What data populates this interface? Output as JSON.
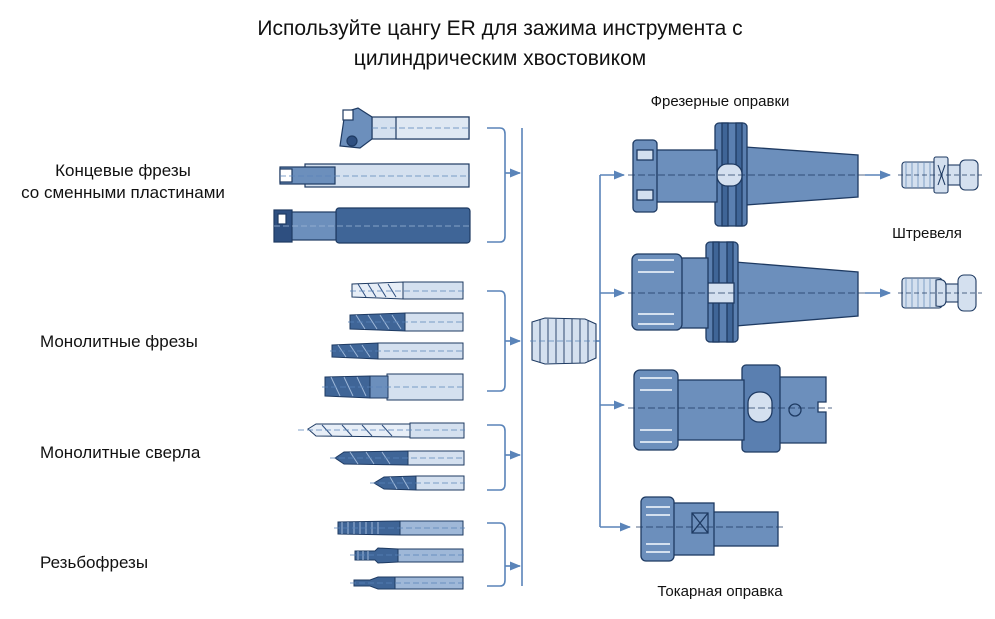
{
  "title": {
    "line1": "Используйте цангу ER для зажима инструмента с",
    "line2": "цилиндрическим хвостовиком"
  },
  "categories": {
    "indexable": {
      "line1": "Концевые фрезы",
      "line2": "со сменными пластинами"
    },
    "solid_mills": "Монолитные фрезы",
    "solid_drills": "Монолитные сверла",
    "thread_mills": "Резьбофрезы"
  },
  "holders": {
    "milling_header": "Фрезерные оправки",
    "pull_studs_label": "Штревеля",
    "turning_header": "Токарная оправка"
  },
  "colors": {
    "tool_fill": "#6c8fbc",
    "tool_dark": "#2e4f80",
    "shank_light": "#d4e0ef",
    "outline": "#1e3a62",
    "connector": "#5a84b9"
  }
}
